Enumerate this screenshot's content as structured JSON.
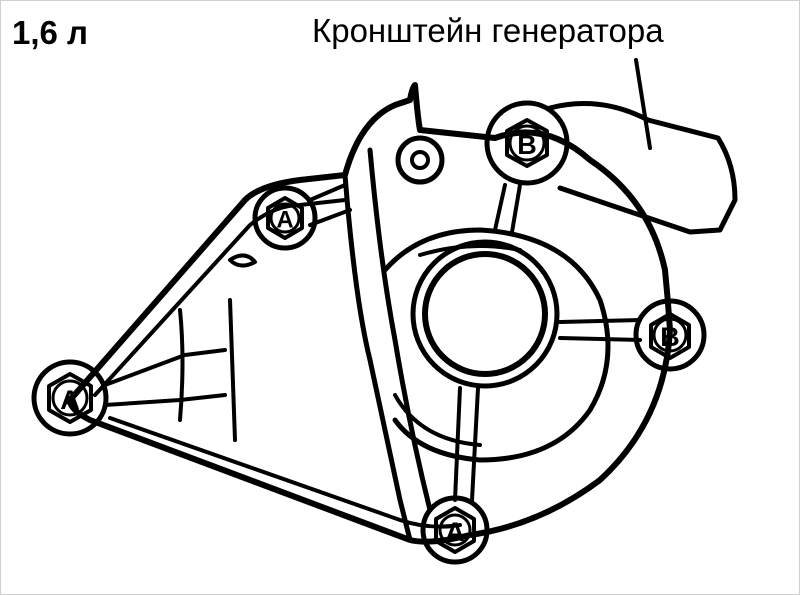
{
  "title": "1,6 л",
  "callout_label": "Кронштейн генератора",
  "bolts": {
    "a_left": "A",
    "a_upper": "A",
    "a_bottom": "A",
    "b_top": "B",
    "b_right": "B"
  },
  "colors": {
    "ink": "#000000",
    "background": "#ffffff"
  }
}
